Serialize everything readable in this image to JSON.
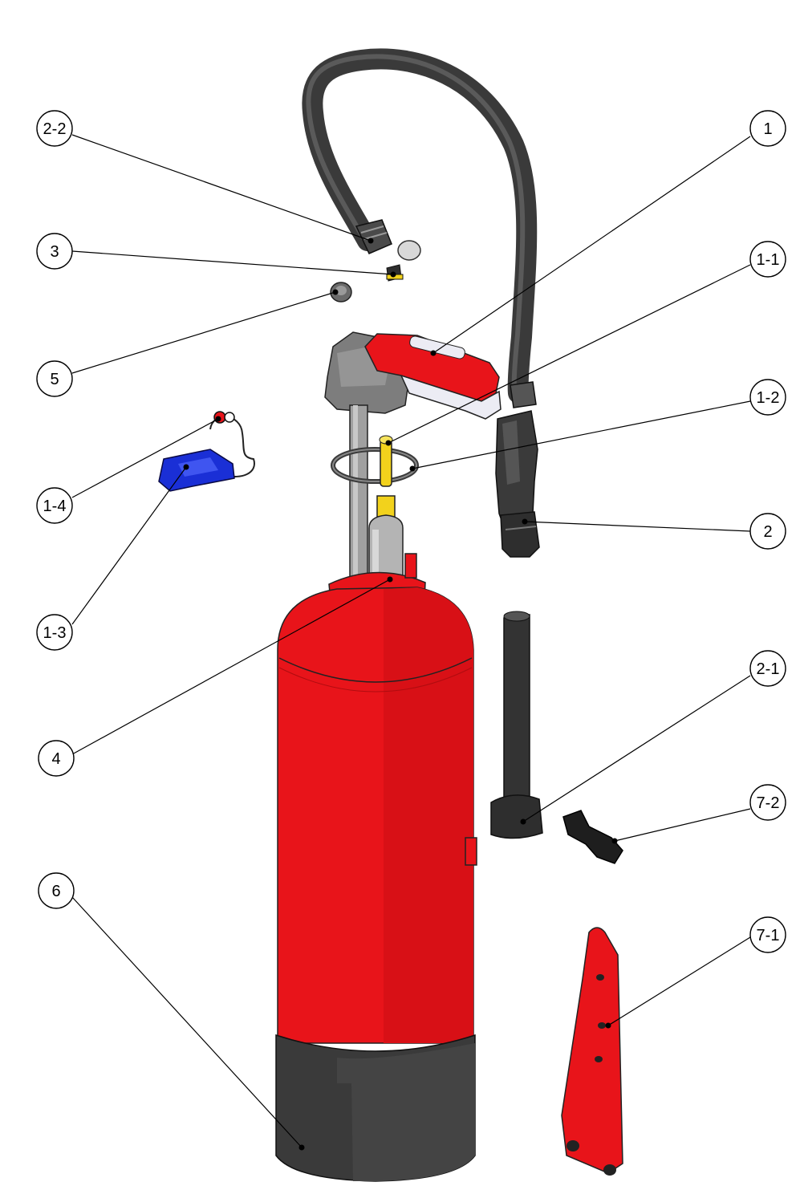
{
  "diagram": {
    "callouts": [
      {
        "id": "1",
        "label": "1"
      },
      {
        "id": "1-1",
        "label": "1-1"
      },
      {
        "id": "1-2",
        "label": "1-2"
      },
      {
        "id": "1-3",
        "label": "1-3"
      },
      {
        "id": "1-4",
        "label": "1-4"
      },
      {
        "id": "2",
        "label": "2"
      },
      {
        "id": "2-1",
        "label": "2-1"
      },
      {
        "id": "2-2",
        "label": "2-2"
      },
      {
        "id": "3",
        "label": "3"
      },
      {
        "id": "4",
        "label": "4"
      },
      {
        "id": "5",
        "label": "5"
      },
      {
        "id": "6",
        "label": "6"
      },
      {
        "id": "7-1",
        "label": "7-1"
      },
      {
        "id": "7-2",
        "label": "7-2"
      }
    ],
    "colors": {
      "body_red": "#e8141a",
      "body_red_dark": "#c40e12",
      "rubber_black": "#3a3a3a",
      "metal_grey": "#9a9a9a",
      "valve_grey": "#7d7d7d",
      "brass_yellow": "#f2d21c",
      "clip_blue": "#1a2fd6",
      "handle_white": "#ececf4"
    }
  }
}
